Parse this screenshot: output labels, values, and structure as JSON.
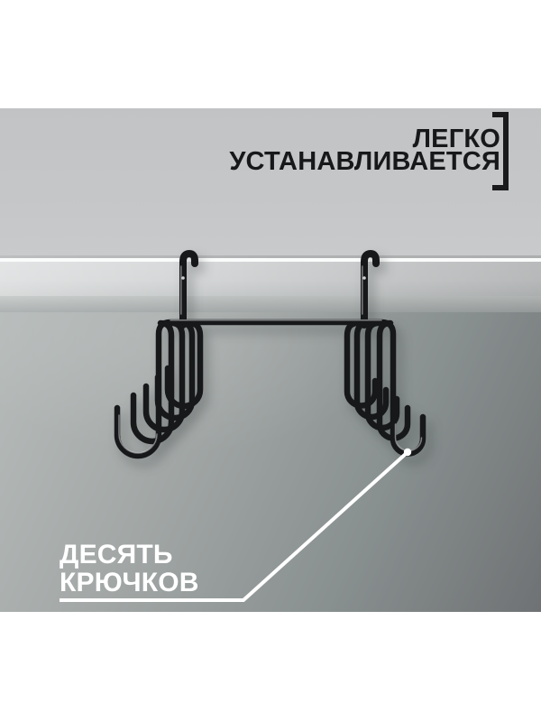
{
  "captions": {
    "top": {
      "line1": "ЛЕГКО",
      "line2": "УСТАНАВЛИВАЕТСЯ"
    },
    "bottom": {
      "line1": "ДЕСЯТЬ",
      "line2": "КРЮЧКОВ"
    }
  },
  "product": {
    "name": "over-shelf rack with hooks",
    "hook_count": 10
  },
  "colors": {
    "page_background": "#ffffff",
    "text_dark": "#17181a",
    "text_light": "#ffffff",
    "wall_gray": "#c4c6c8",
    "shelf_gray": "#d5d7d8",
    "rail_highlight": "#f5f6f6",
    "under_shelf_dark": "#6f7274",
    "product_black": "#17181a",
    "callout_line": "#ffffff"
  }
}
